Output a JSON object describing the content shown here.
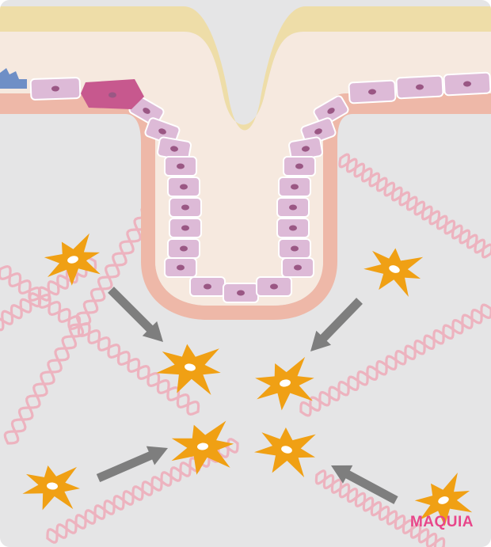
{
  "brand": {
    "watermark_text": "MAQUIA",
    "watermark_color": "#E8468A"
  },
  "colors": {
    "dermis": "#E5E5E6",
    "stratum_corneum": "#EEDDA8",
    "epidermis": "#F6E9DF",
    "basement_membrane": "#EEB8A8",
    "keratinocyte": "#DDBAD7",
    "keratinocyte_stroke": "#FFFFFF",
    "nucleus": "#9A5784",
    "melanocyte": "#C7588E",
    "langerhans": "#6F8FC6",
    "collagen": "#EDB3BF",
    "fibroblast": "#F0A014",
    "fibroblast_nucleus": "#FFFFFF",
    "arrow": "#7E7E7E"
  },
  "diagram": {
    "elements": [
      "epidermis",
      "hair-follicle",
      "collagen-fibers",
      "fibroblasts",
      "migration-arrows"
    ],
    "fibroblast_count": 8,
    "arrow_count": 4
  }
}
